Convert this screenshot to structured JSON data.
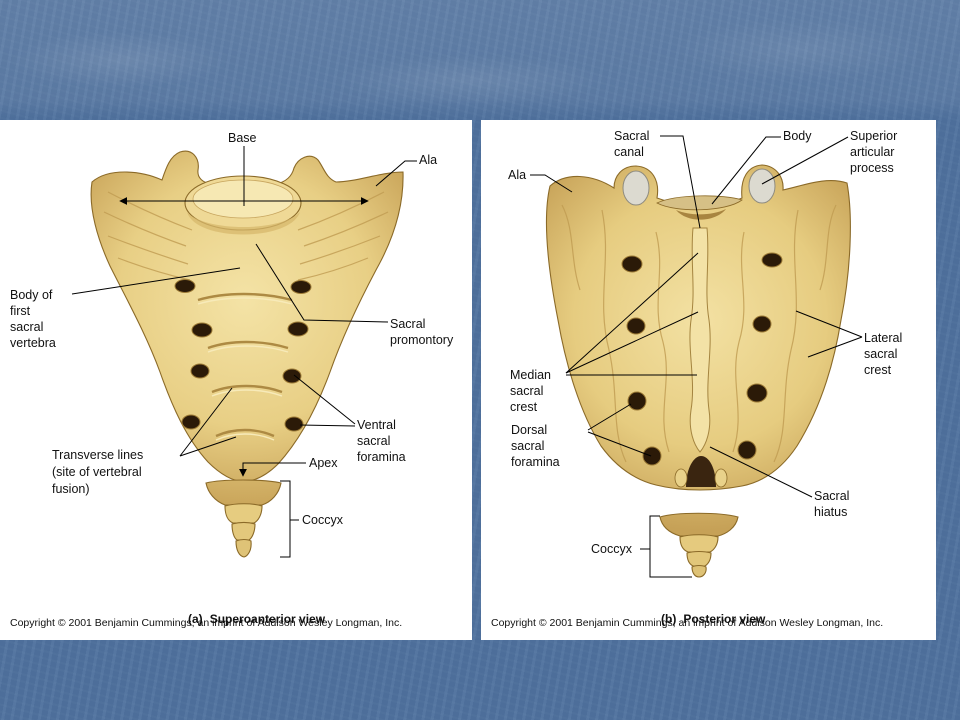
{
  "slide": {
    "colors": {
      "background": "#4f719e",
      "panel": "#ffffff",
      "bone_outline": "#8b6a28",
      "foramen": "#2b1a08",
      "text": "#111111"
    }
  },
  "panel_a": {
    "labels": {
      "base": "Base",
      "ala": "Ala",
      "body_first_sacral": "Body of\nfirst\nsacral\nvertebra",
      "sacral_promontory": "Sacral\npromontory",
      "ventral_foramina": "Ventral\nsacral\nforamina",
      "transverse_lines": "Transverse lines\n(site of vertebral\nfusion)",
      "apex": "Apex",
      "coccyx": "Coccyx"
    },
    "caption": {
      "letter": "(a)",
      "title": "Superoanterior view"
    },
    "copyright": "Copyright © 2001 Benjamin Cummings, an imprint of Addison Wesley Longman, Inc."
  },
  "panel_b": {
    "labels": {
      "sacral_canal": "Sacral\ncanal",
      "body": "Body",
      "superior_articular_process": "Superior\narticular\nprocess",
      "ala": "Ala",
      "median_sacral_crest": "Median\nsacral\ncrest",
      "lateral_sacral_crest": "Lateral\nsacral\ncrest",
      "dorsal_foramina": "Dorsal\nsacral\nforamina",
      "sacral_hiatus": "Sacral\nhiatus",
      "coccyx": "Coccyx"
    },
    "caption": {
      "letter": "(b)",
      "title": "Posterior view"
    },
    "copyright": "Copyright © 2001 Benjamin Cummings, an imprint of Addison Wesley Longman, Inc."
  }
}
